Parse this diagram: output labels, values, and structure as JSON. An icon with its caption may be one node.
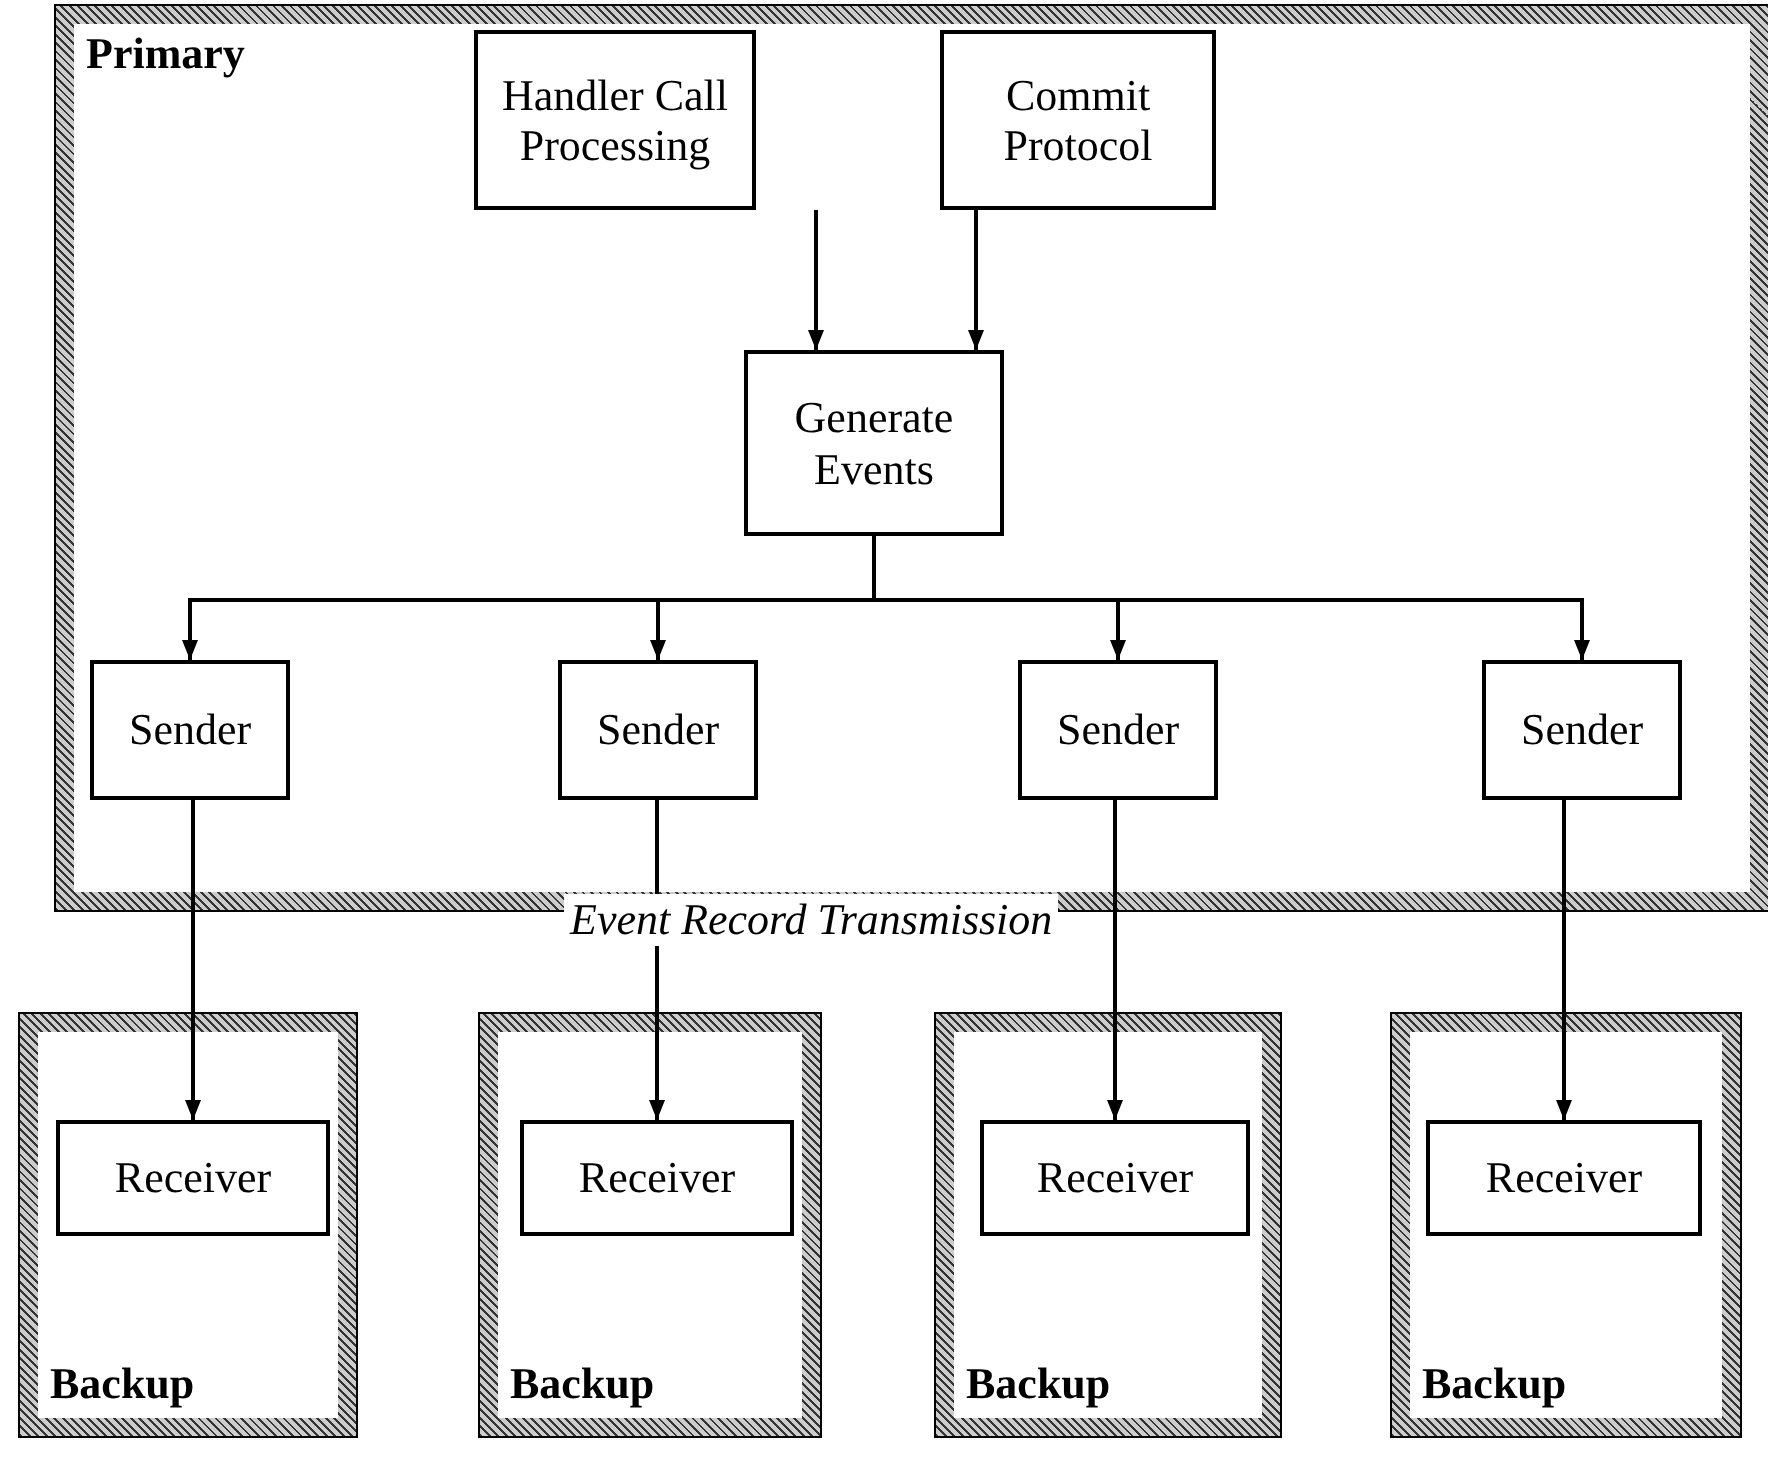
{
  "diagram": {
    "nodes": [
      {
        "text": [
          "Primary"
        ]
      },
      {
        "text": [
          "Handler Call Processing"
        ],
        "in": 0
      },
      {
        "text": [
          "Commit Protocol"
        ],
        "in": 0
      },
      {
        "text": [
          "Generate Events"
        ],
        "in": 0
      },
      {
        "text": [
          "Sender"
        ],
        "in": 0
      },
      {
        "text": [
          "Sender"
        ],
        "in": 0
      },
      {
        "text": [
          "Sender"
        ],
        "in": 0
      },
      {
        "text": [
          "Sender"
        ],
        "in": 0
      },
      {
        "text": [
          "Backup"
        ]
      },
      {
        "text": [
          "Receiver"
        ],
        "in": 8
      },
      {
        "text": [
          "Backup"
        ]
      },
      {
        "text": [
          "Receiver"
        ],
        "in": 10
      },
      {
        "text": [
          "Backup"
        ]
      },
      {
        "text": [
          "Receiver"
        ],
        "in": 12
      },
      {
        "text": [
          "Backup"
        ]
      },
      {
        "text": [
          "Receiver"
        ],
        "in": 14
      }
    ],
    "edges": [
      {
        "from": 1,
        "to": 3,
        "arrow": "to"
      },
      {
        "from": 2,
        "to": 3,
        "arrow": "to"
      },
      {
        "from": 3,
        "to": 4,
        "arrow": "to"
      },
      {
        "from": 3,
        "to": 5,
        "arrow": "to"
      },
      {
        "from": 3,
        "to": 6,
        "arrow": "to"
      },
      {
        "from": 3,
        "to": 7,
        "arrow": "to"
      },
      {
        "from": 4,
        "to": 9,
        "arrow": "to"
      },
      {
        "from": 5,
        "to": 11,
        "arrow": "to"
      },
      {
        "from": 6,
        "to": 13,
        "arrow": "to"
      },
      {
        "from": 7,
        "to": 15,
        "arrow": "to"
      }
    ],
    "labels": [
      "Event Record Transmission"
    ]
  }
}
